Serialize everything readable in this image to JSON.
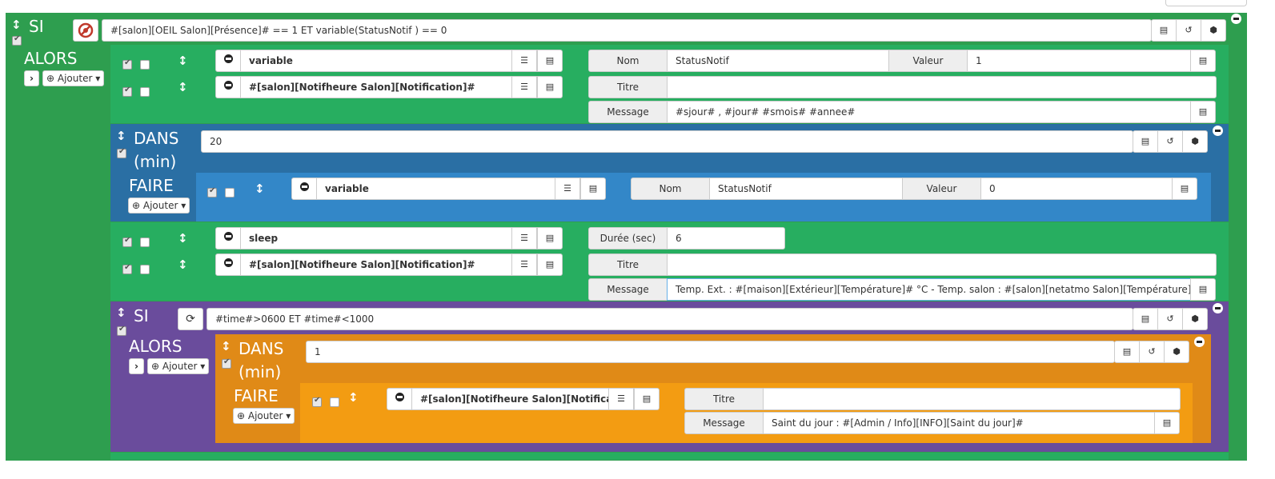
{
  "si1": {
    "keyword": "SI",
    "condition": "#[salon][OEIL Salon][Présence]# == 1  ET variable(StatusNotif ) == 0",
    "alors": "ALORS",
    "ajouter": "Ajouter"
  },
  "actions": {
    "a1_cmd": "variable",
    "a1_nom_label": "Nom",
    "a1_nom": "StatusNotif",
    "a1_valeur_label": "Valeur",
    "a1_valeur": "1",
    "a2_cmd": "#[salon][Notifheure Salon][Notification]#",
    "a2_titre_label": "Titre",
    "a2_titre": "",
    "a2_message_label": "Message",
    "a2_message": "#sjour# , #jour# #smois# #annee#"
  },
  "dans1": {
    "keyword_line1": "DANS",
    "keyword_line2": "(min)",
    "value": "20",
    "faire": "FAIRE",
    "ajouter": "Ajouter",
    "cmd": "variable",
    "nom_label": "Nom",
    "nom": "StatusNotif",
    "valeur_label": "Valeur",
    "valeur": "0"
  },
  "actions2": {
    "sleep_cmd": "sleep",
    "duree_label": "Durée (sec)",
    "duree": "6",
    "notif_cmd": "#[salon][Notifheure Salon][Notification]#",
    "titre_label": "Titre",
    "titre": "",
    "message_label": "Message",
    "message": "Temp. Ext. : #[maison][Extérieur][Température]# °C  - Temp. salon : #[salon][netatmo Salon][Température]# °C"
  },
  "si2": {
    "keyword": "SI",
    "condition": "#time#>0600 ET #time#<1000",
    "alors": "ALORS",
    "ajouter": "Ajouter"
  },
  "dans2": {
    "keyword_line1": "DANS",
    "keyword_line2": "(min)",
    "value": "1",
    "faire": "FAIRE",
    "ajouter": "Ajouter",
    "cmd": "#[salon][Notifheure Salon][Notificatio",
    "titre_label": "Titre",
    "titre": "",
    "message_label": "Message",
    "message": "Saint du jour : #[Admin / Info][INFO][Saint du jour]#"
  },
  "colors": {
    "outer_green": "#2e9e4f",
    "action_green": "#27ae60",
    "dans_blue": "#2a6fa4",
    "faire_blue": "#3387c8",
    "si_purple": "#6a4c9c",
    "dans_orange": "#e08a17",
    "faire_orange": "#f39c12"
  },
  "icons": [
    "arrows-vertical-icon",
    "disable-icon",
    "list-icon",
    "history-icon",
    "cube-icon",
    "minus-circle-icon",
    "refresh-icon",
    "chevron-right-icon",
    "plus-circle-icon",
    "caret-down-icon"
  ]
}
